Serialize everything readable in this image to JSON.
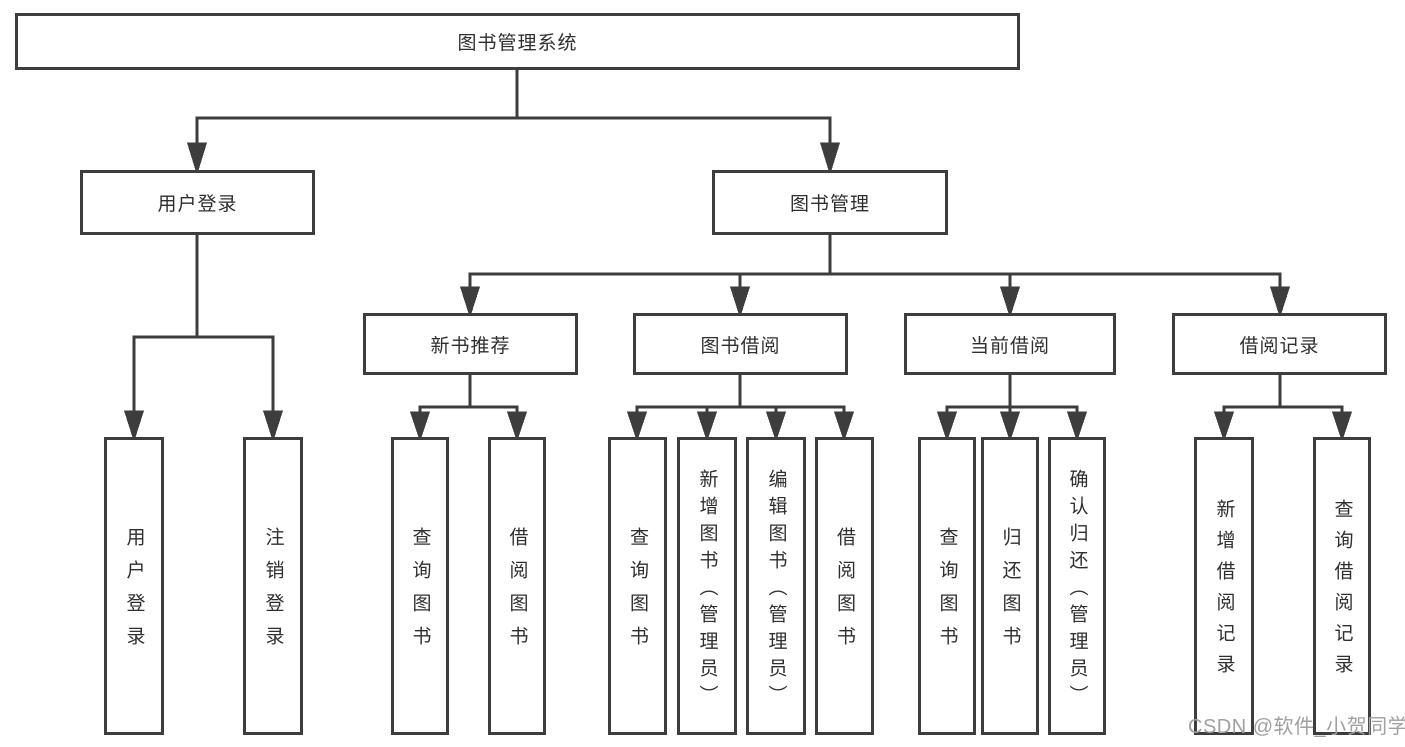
{
  "diagram": {
    "type": "tree",
    "colors": {
      "line": "#3d3d3d",
      "box_border": "#3d3d3d",
      "box_background": "#ffffff",
      "text": "#2f2f2f",
      "watermark": "#a0a0a0",
      "page_background": "#ffffff"
    },
    "nodes": {
      "root": {
        "label": "图书管理系统"
      },
      "user_login": {
        "label": "用户登录"
      },
      "book_mgmt": {
        "label": "图书管理"
      },
      "new_books": {
        "label": "新书推荐"
      },
      "book_borrow": {
        "label": "图书借阅"
      },
      "current_borrow": {
        "label": "当前借阅"
      },
      "borrow_records": {
        "label": "借阅记录"
      },
      "ul1": {
        "label": "用户登录"
      },
      "ul2": {
        "label": "注销登录"
      },
      "nb1": {
        "label": "查询图书"
      },
      "nb2": {
        "label": "借阅图书"
      },
      "bb1": {
        "label": "查询图书"
      },
      "bb2": {
        "label": "新增图书（管理员）"
      },
      "bb3": {
        "label": "编辑图书（管理员）"
      },
      "bb4": {
        "label": "借阅图书"
      },
      "cb1": {
        "label": "查询图书"
      },
      "cb2": {
        "label": "归还图书"
      },
      "cb3": {
        "label": "确认归还（管理员）"
      },
      "br1": {
        "label": "新增借阅记录"
      },
      "br2": {
        "label": "查询借阅记录"
      }
    },
    "edges": [
      [
        "root",
        "user_login"
      ],
      [
        "root",
        "book_mgmt"
      ],
      [
        "user_login",
        "ul1"
      ],
      [
        "user_login",
        "ul2"
      ],
      [
        "book_mgmt",
        "new_books"
      ],
      [
        "book_mgmt",
        "book_borrow"
      ],
      [
        "book_mgmt",
        "current_borrow"
      ],
      [
        "book_mgmt",
        "borrow_records"
      ],
      [
        "new_books",
        "nb1"
      ],
      [
        "new_books",
        "nb2"
      ],
      [
        "book_borrow",
        "bb1"
      ],
      [
        "book_borrow",
        "bb2"
      ],
      [
        "book_borrow",
        "bb3"
      ],
      [
        "book_borrow",
        "bb4"
      ],
      [
        "current_borrow",
        "cb1"
      ],
      [
        "current_borrow",
        "cb2"
      ],
      [
        "current_borrow",
        "cb3"
      ],
      [
        "borrow_records",
        "br1"
      ],
      [
        "borrow_records",
        "br2"
      ]
    ],
    "watermark": {
      "text": "CSDN @软件_小贺同学"
    }
  }
}
